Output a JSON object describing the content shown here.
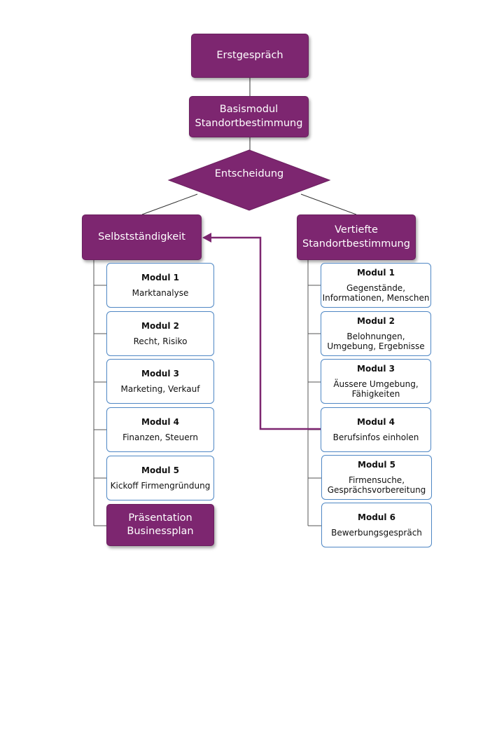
{
  "top": {
    "label": "Erstgespräch"
  },
  "basis": {
    "line1": "Basismodul",
    "line2": "Standortbestimmung"
  },
  "decision": {
    "label": "Entscheidung"
  },
  "left_branch": {
    "title": "Selbstständigkeit",
    "modules": [
      {
        "title": "Modul 1",
        "desc": [
          "Marktanalyse"
        ]
      },
      {
        "title": "Modul 2",
        "desc": [
          "Recht, Risiko"
        ]
      },
      {
        "title": "Modul 3",
        "desc": [
          "Marketing, Verkauf"
        ]
      },
      {
        "title": "Modul 4",
        "desc": [
          "Finanzen, Steuern"
        ]
      },
      {
        "title": "Modul 5",
        "desc": [
          "Kickoff Firmengründung"
        ]
      }
    ],
    "final": {
      "line1": "Präsentation",
      "line2": "Businessplan"
    }
  },
  "right_branch": {
    "title_line1": "Vertiefte",
    "title_line2": "Standortbestimmung",
    "modules": [
      {
        "title": "Modul 1",
        "desc": [
          "Gegenstände,",
          "Informationen, Menschen"
        ]
      },
      {
        "title": "Modul 2",
        "desc": [
          "Belohnungen,",
          "Umgebung, Ergebnisse"
        ]
      },
      {
        "title": "Modul 3",
        "desc": [
          "Äussere Umgebung,",
          "Fähigkeiten"
        ]
      },
      {
        "title": "Modul 4",
        "desc": [
          "Berufsinfos einholen"
        ]
      },
      {
        "title": "Modul 5",
        "desc": [
          "Firmensuche,",
          "Gesprächsvorbereitung"
        ]
      },
      {
        "title": "Modul 6",
        "desc": [
          "Bewerbungsgespräch"
        ]
      }
    ]
  },
  "colors": {
    "primary": "#7d2670",
    "module_border": "#4f87c4",
    "connector": "#333333"
  }
}
